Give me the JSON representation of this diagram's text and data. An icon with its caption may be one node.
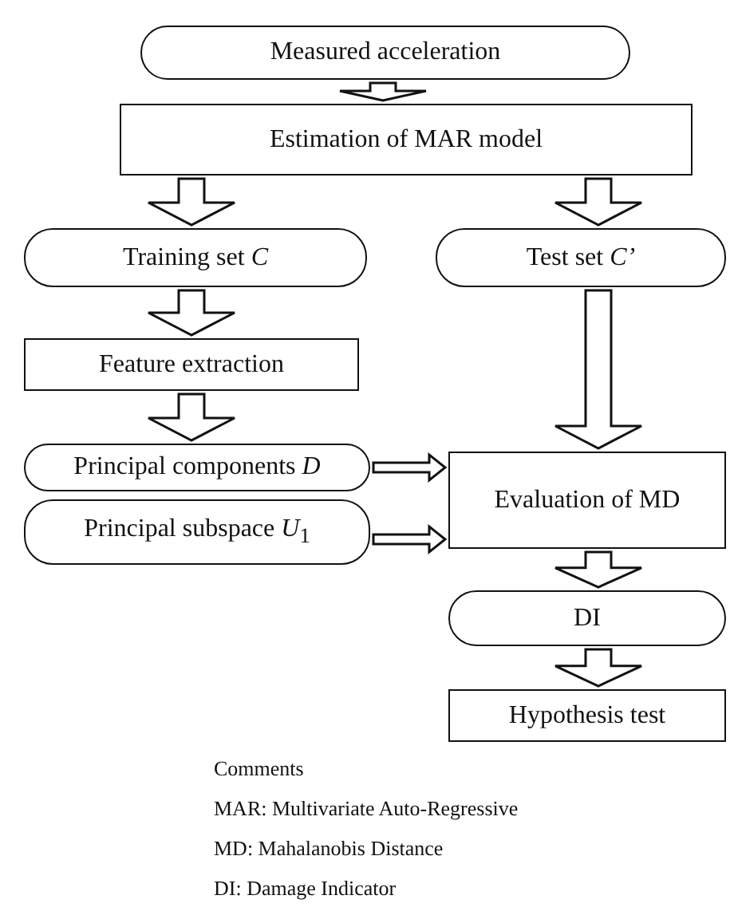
{
  "diagram": {
    "nodes": [
      {
        "text": [
          "Measured acceleration"
        ]
      },
      {
        "text": [
          "Estimation of MAR model"
        ]
      },
      {
        "text": [
          "Training set *C*"
        ]
      },
      {
        "text": [
          "Test set *C’*"
        ]
      },
      {
        "text": [
          "Feature extraction"
        ]
      },
      {
        "text": [
          "Principal components *D*"
        ]
      },
      {
        "text": [
          "Principal subspace *U*$_{1}$"
        ]
      },
      {
        "text": [
          "Evaluation of MD"
        ]
      },
      {
        "text": [
          "DI"
        ]
      },
      {
        "text": [
          "Hypothesis test"
        ]
      }
    ],
    "edges": [
      {
        "from": 0,
        "to": 1,
        "arrow": "to"
      },
      {
        "from": 1,
        "to": 2,
        "arrow": "to"
      },
      {
        "from": 1,
        "to": 3,
        "arrow": "to"
      },
      {
        "from": 2,
        "to": 4,
        "arrow": "to"
      },
      {
        "from": 3,
        "to": 7,
        "arrow": "to"
      },
      {
        "from": 4,
        "to": 5,
        "arrow": "to"
      },
      {
        "from": 5,
        "to": 7,
        "arrow": "to"
      },
      {
        "from": 6,
        "to": 7,
        "arrow": "to"
      },
      {
        "from": 7,
        "to": 8,
        "arrow": "to"
      },
      {
        "from": 8,
        "to": 9,
        "arrow": "to"
      }
    ],
    "labels": [
      "Comments",
      "MAR: Multivariate Auto-Regressive",
      "MD: Mahalanobis Distance",
      "DI: Damage Indicator"
    ]
  }
}
